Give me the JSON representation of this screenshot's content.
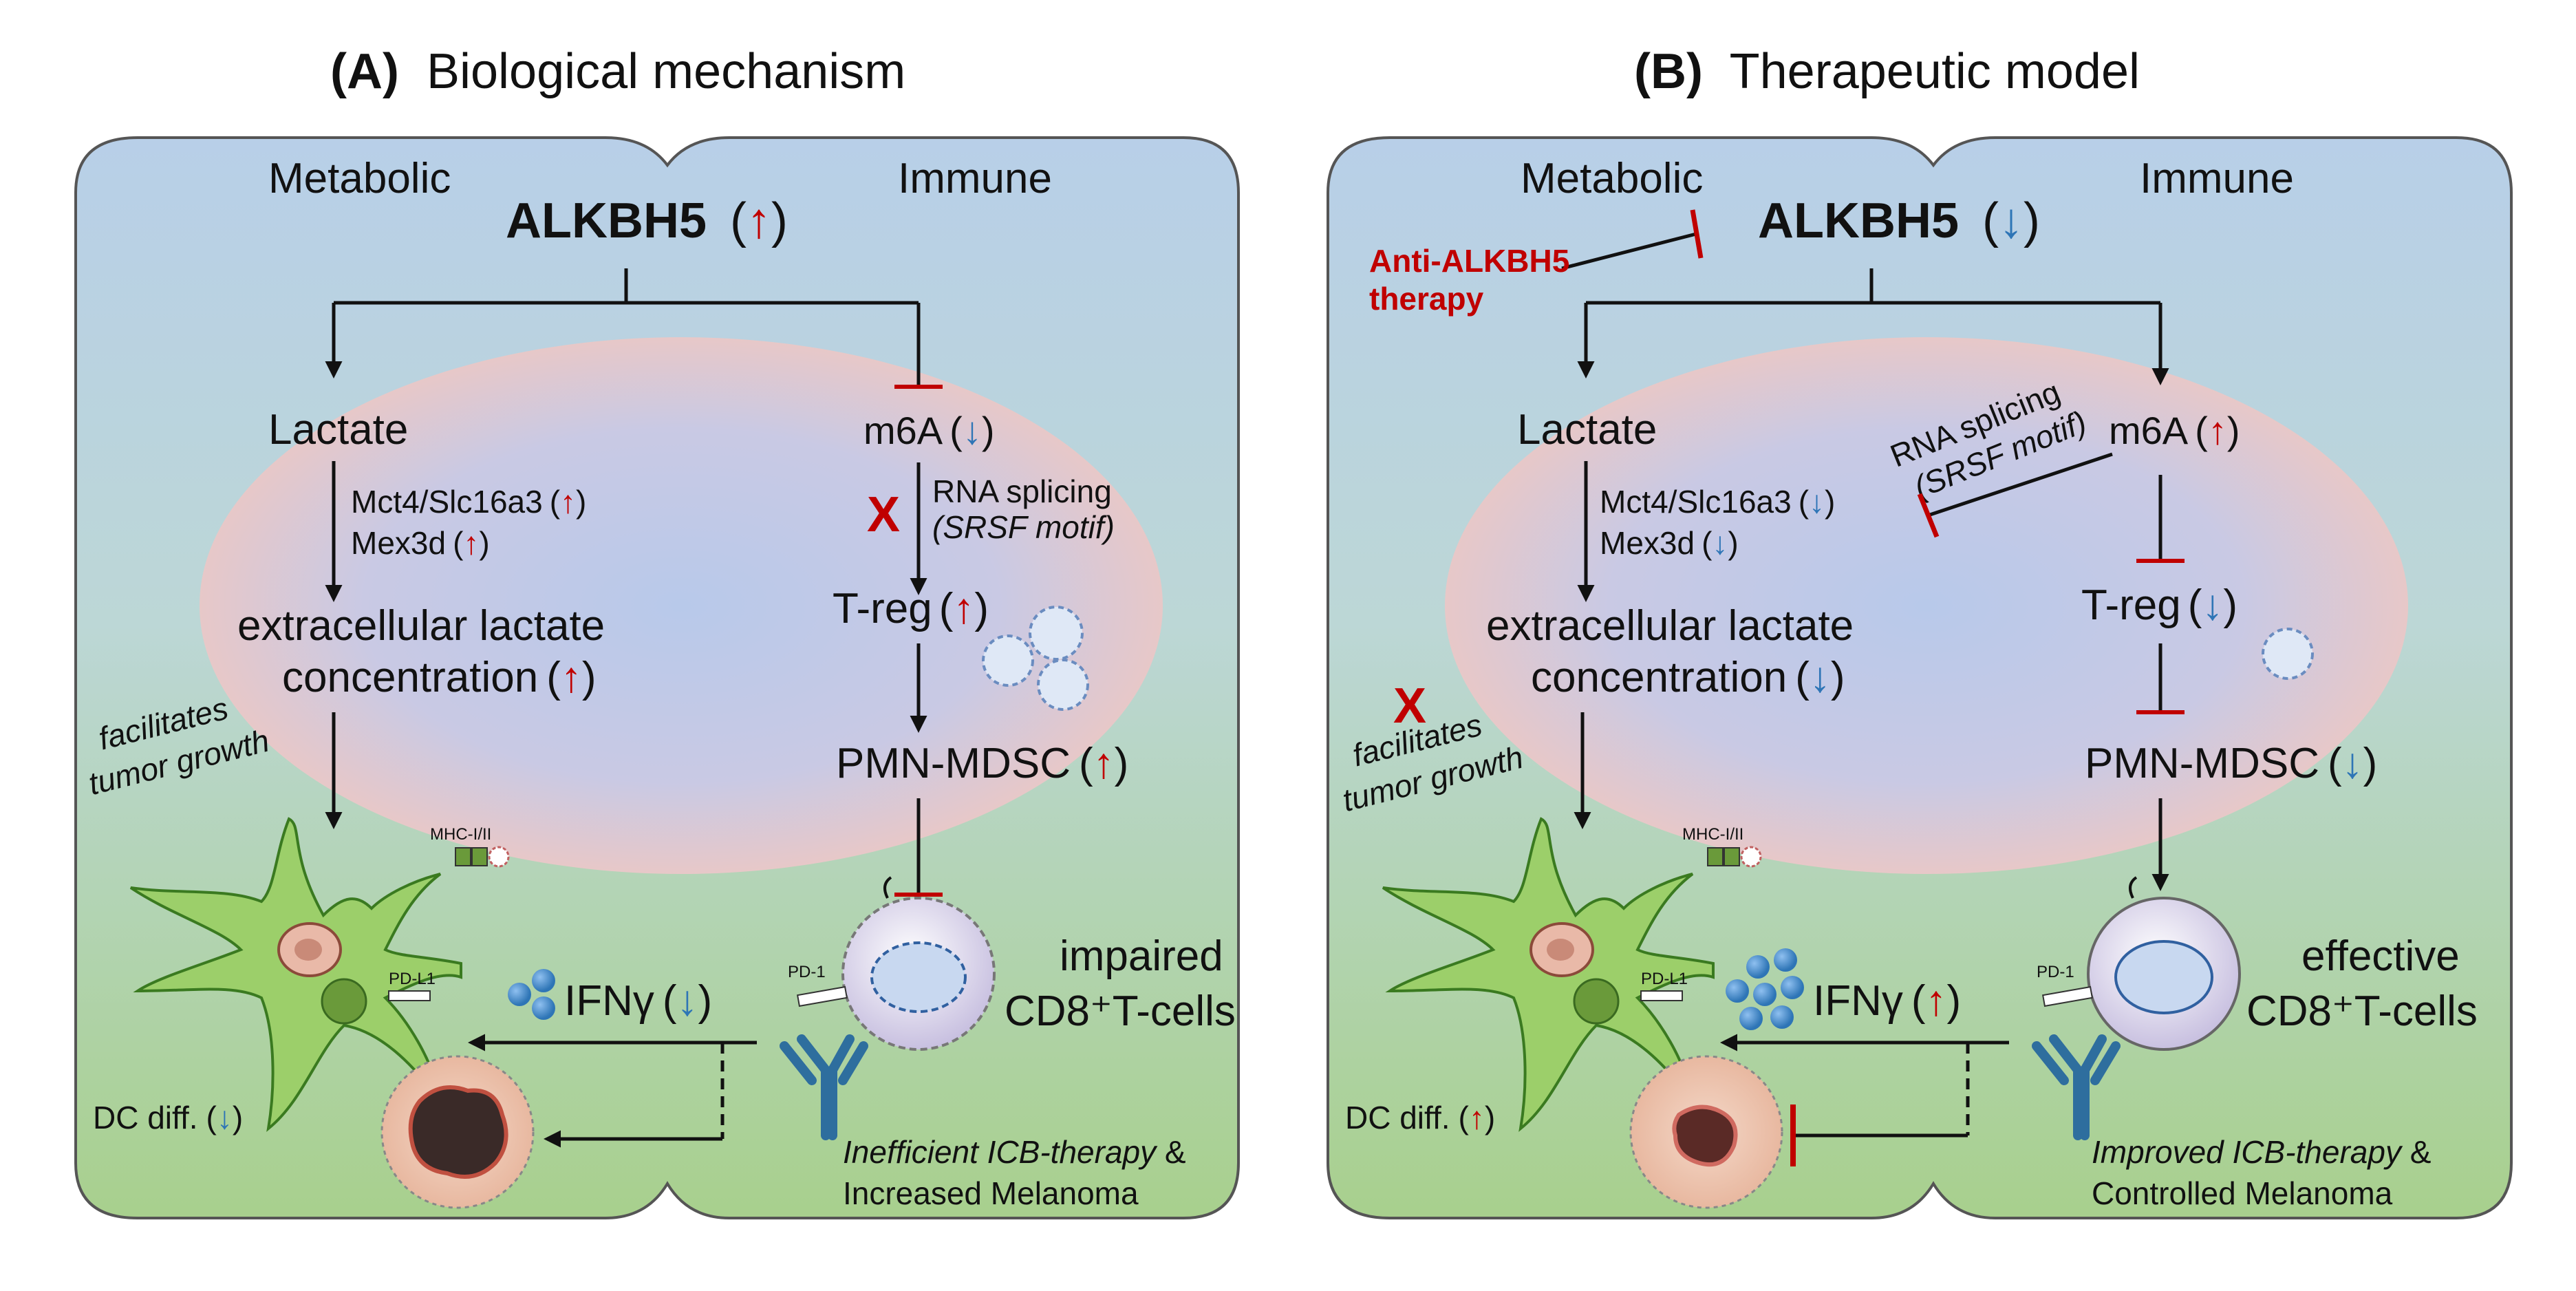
{
  "colors": {
    "up": "#c00000",
    "down": "#2e75b6",
    "inhibit": "#c00000",
    "panel_top": "#b8cfe8",
    "panel_bottom": "#a8d08d"
  },
  "panelA": {
    "title_letter": "(A)",
    "title_text": "Biological mechanism",
    "metabolic": "Metabolic",
    "immune": "Immune",
    "gene": "ALKBH5",
    "gene_arrow": "↑",
    "lactate": "Lactate",
    "m6a": "m6A",
    "m6a_arrow": "↓",
    "mct4": "Mct4/Slc16a3",
    "mct4_arrow": "↑",
    "mex3d": "Mex3d",
    "mex3d_arrow": "↑",
    "x_mark": "X",
    "rna_splicing": "RNA splicing",
    "srsf": "(SRSF motif)",
    "extracellular": "extracellular lactate",
    "concentration": "concentration",
    "conc_arrow": "↑",
    "treg": "T-reg",
    "treg_arrow": "↑",
    "facilitates": "facilitates",
    "tumor_growth": "tumor growth",
    "pmn": "PMN-MDSC",
    "pmn_arrow": "↑",
    "mhc": "MHC-I/II",
    "pdl1": "PD-L1",
    "pd1": "PD-1",
    "cd8_state": "impaired",
    "cd8_label": "CD8⁺T-cells",
    "ifn": "IFNγ",
    "ifn_arrow": "↓",
    "dc": "DC diff.",
    "dc_arrow": "↓",
    "outcome_italic": "Inefficient ICB-therapy",
    "outcome_amp": " &",
    "outcome_line2": "Increased Melanoma"
  },
  "panelB": {
    "title_letter": "(B)",
    "title_text": "Therapeutic model",
    "metabolic": "Metabolic",
    "immune": "Immune",
    "gene": "ALKBH5",
    "gene_arrow": "↓",
    "therapy_line1": "Anti-ALKBH5",
    "therapy_line2": "therapy",
    "lactate": "Lactate",
    "rna_splicing": "RNA splicing",
    "srsf": "(SRSF motif)",
    "m6a": "m6A",
    "m6a_arrow": "↑",
    "mct4": "Mct4/Slc16a3",
    "mct4_arrow": "↓",
    "mex3d": "Mex3d",
    "mex3d_arrow": "↓",
    "extracellular": "extracellular lactate",
    "concentration": "concentration",
    "conc_arrow": "↓",
    "treg": "T-reg",
    "treg_arrow": "↓",
    "x_mark": "X",
    "facilitates": "facilitates",
    "tumor_growth": "tumor growth",
    "pmn": "PMN-MDSC",
    "pmn_arrow": "↓",
    "mhc": "MHC-I/II",
    "pdl1": "PD-L1",
    "pd1": "PD-1",
    "cd8_state": "effective",
    "cd8_label": "CD8⁺T-cells",
    "ifn": "IFNγ",
    "ifn_arrow": "↑",
    "dc": "DC diff.",
    "dc_arrow": "↑",
    "outcome_italic": "Improved ICB-therapy",
    "outcome_amp": " &",
    "outcome_line2": "Controlled Melanoma"
  }
}
